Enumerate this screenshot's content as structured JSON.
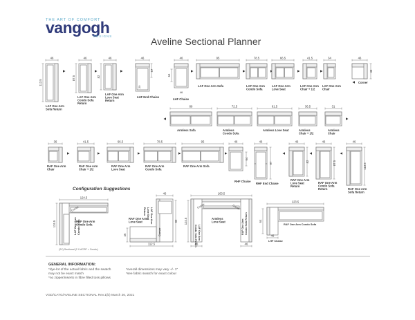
{
  "logo": {
    "tagline": "THE ART OF COMFORT",
    "name_a": "van",
    "name_b": "gogh",
    "subline": "DESIGNS"
  },
  "title": "Aveline Sectional Planner",
  "row1": [
    {
      "dim": "46",
      "side": "113.5",
      "label": [
        "LAF One Arm",
        "Sofa Return"
      ]
    },
    {
      "dim": "46",
      "side": "87.5",
      "label": [
        "LAF One Arm",
        "Condo Sofa",
        "Return"
      ]
    },
    {
      "dim": "46",
      "side": "82",
      "label": [
        "LAF One Arm",
        "Love Seat",
        "Return"
      ]
    },
    {
      "dim": "46",
      "side": "57",
      "label": [
        "LHF End Chaise"
      ],
      "inner": "29"
    },
    {
      "dim": "46",
      "side": "64",
      "label": [
        "LHF Chaise"
      ],
      "inner": "46"
    },
    {
      "dim": "95",
      "label": [
        "LAF One Arm Sofa"
      ]
    },
    {
      "dim": "78.5",
      "label": [
        "LAF One Arm",
        "Condo Sofa"
      ]
    },
    {
      "dim": "66.5",
      "label": [
        "LAF One Arm",
        "Love Seat"
      ]
    },
    {
      "dim": "41.5",
      "label": [
        "LAF One Arm",
        "Chair + 1/2"
      ]
    },
    {
      "dim": "34",
      "label": [
        "LAF One Arm",
        "Chair"
      ]
    },
    {
      "dim": "46",
      "side": "46",
      "label": [
        "Corner"
      ]
    }
  ],
  "row2": [
    {
      "dim": "89",
      "label": [
        "Armless Sofa"
      ]
    },
    {
      "dim": "72.5",
      "label": [
        "Armless",
        "Condo Sofa"
      ]
    },
    {
      "dim": "61.5",
      "label": [
        "Armless Love Seat"
      ]
    },
    {
      "dim": "36.5",
      "label": [
        "Armless",
        "Chair + 1/2"
      ]
    },
    {
      "dim": "31",
      "label": [
        "Armless",
        "Chair"
      ]
    }
  ],
  "row3": [
    {
      "dim": "36",
      "label": [
        "RAF One Arm",
        "Chair"
      ]
    },
    {
      "dim": "41.5",
      "label": [
        "RAF One Arm",
        "Chair + 1/2"
      ]
    },
    {
      "dim": "66.5",
      "label": [
        "RAF One Arm",
        "Love Seat"
      ]
    },
    {
      "dim": "78.5",
      "label": [
        "RAF One Arm",
        "Condo Sofa"
      ]
    },
    {
      "dim": "95",
      "label": [
        "RAF One Arm Sofa"
      ]
    },
    {
      "dim": "46",
      "side": "64",
      "label": [
        "RHF Chaise"
      ]
    },
    {
      "dim": "46",
      "side": "97",
      "label": [
        "RHF End Chaise"
      ]
    },
    {
      "dim": "46",
      "side": "82",
      "label": [
        "RAF One Arm",
        "Love Seat",
        "Return"
      ]
    },
    {
      "dim": "46",
      "side": "87.5",
      "label": [
        "RAF One Arm",
        "Condo Sofa",
        "Return"
      ]
    },
    {
      "dim": "46",
      "side": "113.5",
      "label": [
        "RAF One Arm",
        "Sofa Return"
      ]
    }
  ],
  "config": {
    "heading": "Configuration Suggestions",
    "c1": {
      "top": "124.5",
      "side": "124.5",
      "labels": [
        "Corner",
        "RAF One Arm Condo Sofa",
        "LAF One Arm Condo Sofa"
      ],
      "note": "(2X) Sectional (2 X ACRF = Condo)"
    },
    "c2": {
      "top": "46",
      "side": "92",
      "left": "46",
      "bottom": "112.5",
      "labels": [
        "LAF One Arm Love Seat Return",
        "RAF One Arm Love Seat",
        "Corner"
      ]
    },
    "c3": {
      "top": "163.5",
      "side": "124.5",
      "bottom_left": "46",
      "bottom_right": "46",
      "labels": [
        "Corner",
        "Corner",
        "Armless Love Seat",
        "LAF One Arm Condo Sofa Return",
        "RAF One Arm Condo Sofa Return"
      ]
    },
    "c4": {
      "top": "123.5",
      "side": "64",
      "bottom_left": "46",
      "labels": [
        "RAF One Arm Condo Sofa",
        "LHF Chaise"
      ]
    }
  },
  "info": {
    "heading": "GENERAL INFORMATION:",
    "col1": [
      "*dye-lot of the actual fabric and the swatch",
      "  may not be exact match",
      "*no zipper/inserts in fibre filled toss pillows"
    ],
    "col2": [
      "*overall dimensions may vary +/- 1\"",
      "*see fabric swatch for exact colour"
    ]
  },
  "footer": "VGD/CATG/AVELINE SECTIONAL Rev.1(b) March 26, 2021",
  "colors": {
    "line": "#7a7a7a",
    "fill": "#eeeeee",
    "logo_blue": "#2f3a7a",
    "logo_accent": "#5aa9c9"
  }
}
